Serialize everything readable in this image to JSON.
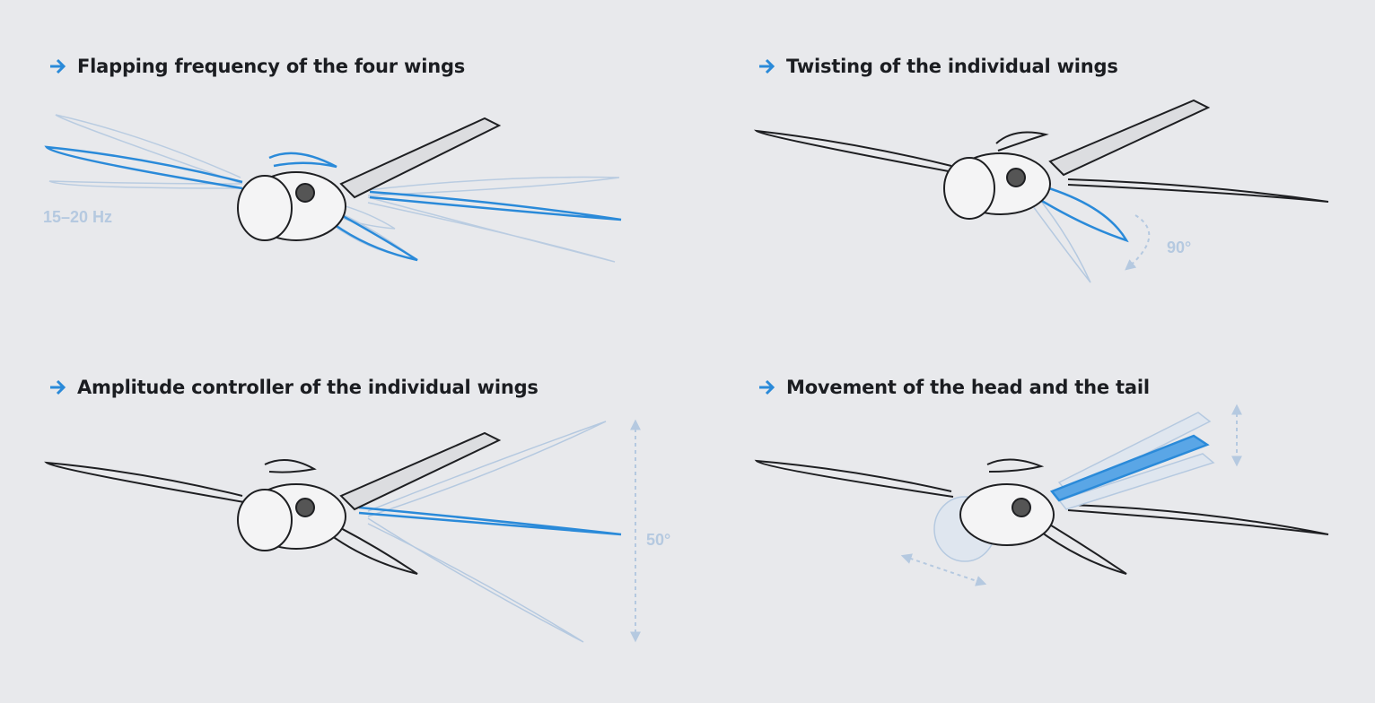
{
  "colors": {
    "background": "#e8e9ec",
    "title_text": "#1b1d21",
    "accent_blue": "#2a8ad9",
    "ghost_blue": "#b5c9e0",
    "outline_dark": "#1e1f22"
  },
  "icons": {
    "heading_marker": "arrow-right-icon"
  },
  "panels": [
    {
      "id": "flapping",
      "title": "Flapping frequency of the four wings",
      "annotation": "15–20 Hz"
    },
    {
      "id": "twisting",
      "title": "Twisting of the individual wings",
      "annotation": "90°"
    },
    {
      "id": "amplitude",
      "title": "Amplitude controller of the individual wings",
      "annotation": "50°"
    },
    {
      "id": "movement",
      "title": "Movement of the head and the tail",
      "annotation": ""
    }
  ]
}
